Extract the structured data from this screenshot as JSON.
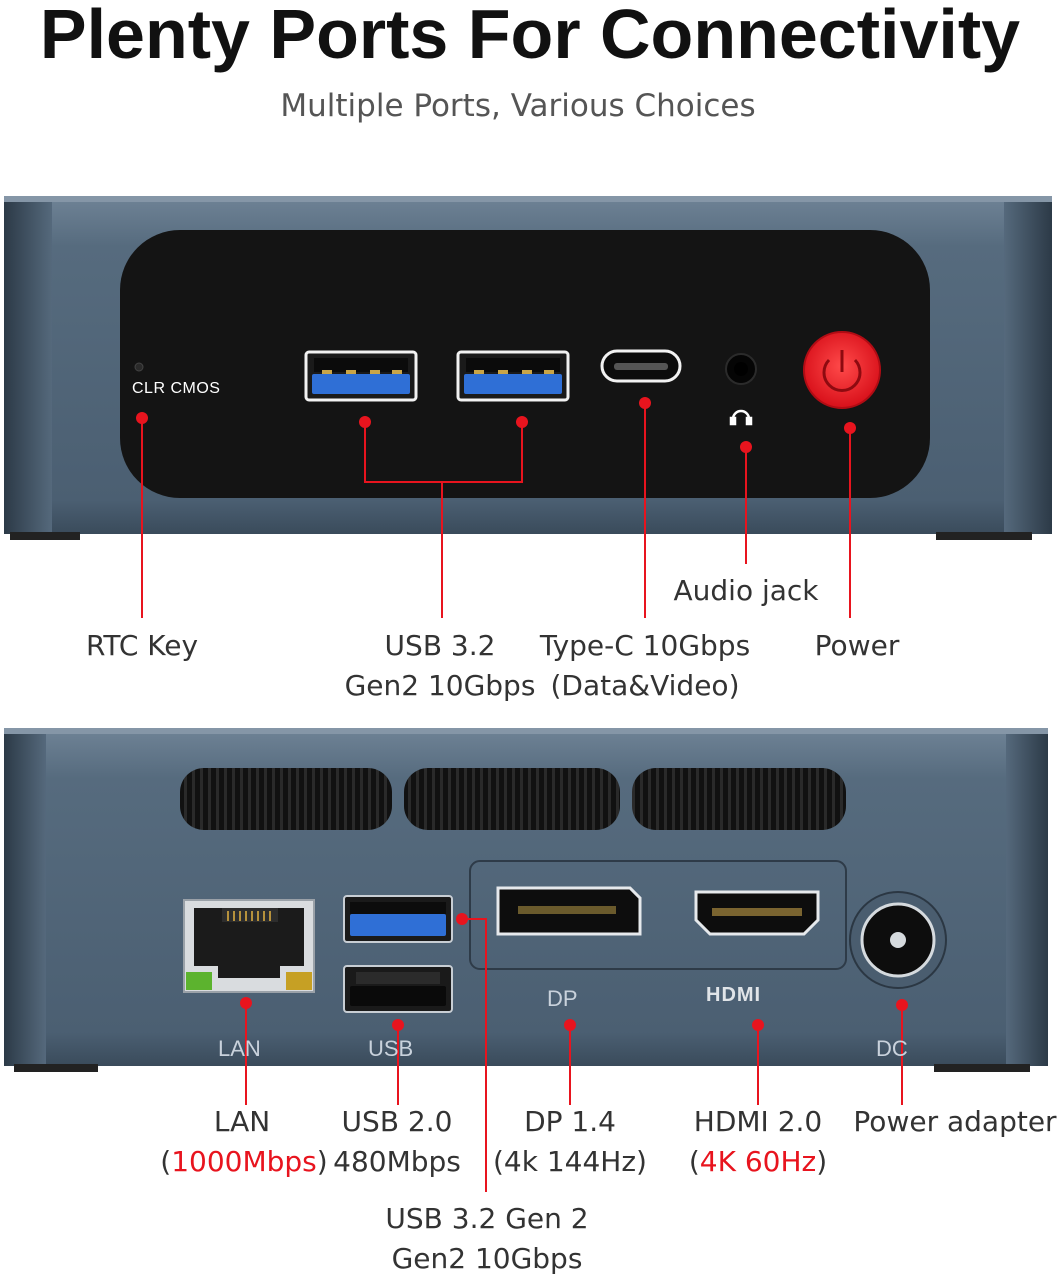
{
  "header": {
    "title": "Plenty Ports For Connectivity",
    "subtitle": "Multiple Ports, Various Choices"
  },
  "front_panel": {
    "clr_cmos_print": "CLR  CMOS",
    "callouts": {
      "rtc_key": "RTC Key",
      "usb32_line1": "USB 3.2",
      "usb32_line2": "Gen2 10Gbps",
      "typec_line1": "Type-C 10Gbps",
      "typec_line2": "(Data&Video)",
      "audio": "Audio jack",
      "power": "Power"
    }
  },
  "rear_panel": {
    "prints": {
      "lan": "LAN",
      "usb": "USB",
      "dp": "DP",
      "hdmi": "HDMI",
      "dc": "DC"
    },
    "callouts": {
      "lan_line1": "LAN",
      "lan_open": "(",
      "lan_speed": "1000Mbps",
      "lan_close": ")",
      "usb20_line1": "USB 2.0",
      "usb20_line2": "480Mbps",
      "dp_line1": "DP 1.4",
      "dp_line2": "(4k 144Hz)",
      "hdmi_line1": "HDMI 2.0",
      "hdmi_open": "(",
      "hdmi_spec": "4K 60Hz",
      "hdmi_close": ")",
      "power_adapter": "Power adapter",
      "usb32_line1": "USB 3.2 Gen 2",
      "usb32_line2": "Gen2 10Gbps"
    }
  },
  "colors": {
    "accent_red": "#e8141e",
    "chassis": "#4e6275",
    "panel_black": "#141414",
    "usb3_blue": "#2f6fd6"
  }
}
